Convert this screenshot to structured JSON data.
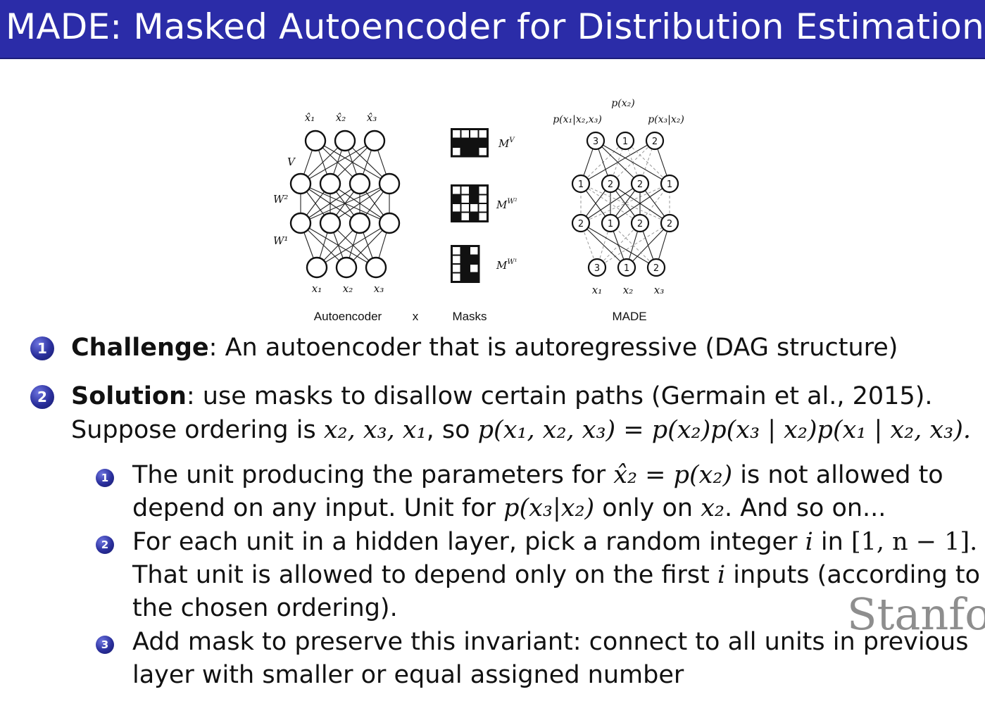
{
  "title": "MADE: Masked Autoencoder for Distribution Estimation",
  "figure": {
    "captions": {
      "autoencoder": "Autoencoder",
      "times": "x",
      "masks": "Masks",
      "made": "MADE"
    },
    "autoencoder_labels": {
      "outputs": [
        "x̂₁",
        "x̂₂",
        "x̂₃"
      ],
      "inputs": [
        "x₁",
        "x₂",
        "x₃"
      ],
      "weights": [
        "V",
        "W²",
        "W¹"
      ]
    },
    "mask_labels": [
      "M",
      "M",
      "M"
    ],
    "mask_superscripts": [
      "V",
      "W²",
      "W¹"
    ],
    "made_labels": {
      "top_center": "p(x₂)",
      "top_left": "p(x₁|x₂,x₃)",
      "top_right": "p(x₃|x₂)",
      "output_numbers": [
        "3",
        "1",
        "2"
      ],
      "hidden2_numbers": [
        "1",
        "2",
        "2",
        "1"
      ],
      "hidden1_numbers": [
        "2",
        "1",
        "2",
        "2"
      ],
      "input_numbers": [
        "3",
        "1",
        "2"
      ],
      "inputs": [
        "x₁",
        "x₂",
        "x₃"
      ]
    }
  },
  "items": [
    {
      "number": "1",
      "heading": "Challenge",
      "text": ": An autoencoder that is autoregressive (DAG structure)"
    },
    {
      "number": "2",
      "heading": "Solution",
      "text": ": use masks to disallow certain paths (Germain et al., 2015).",
      "line2_text": "Suppose ordering is ",
      "line2_math_ordering": "x₂, x₃, x₁",
      "line2_so": ", so ",
      "line2_math_factorization": "p(x₁, x₂, x₃) = p(x₂)p(x₃ | x₂)p(x₁ | x₂, x₃)."
    }
  ],
  "subitems": [
    {
      "number": "1",
      "line1_a": "The unit producing the parameters for ",
      "line1_math": "x̂₂ = p(x₂)",
      "line1_b": " is not allowed to",
      "line2_a": "depend on any input. Unit for ",
      "line2_math1": "p(x₃|x₂)",
      "line2_b": " only on ",
      "line2_math2": "x₂",
      "line2_c": ". And so on..."
    },
    {
      "number": "2",
      "line1_a": "For each unit in a hidden layer, pick a random integer ",
      "line1_math1": "i",
      "line1_b": " in ",
      "line1_math2": "[1, n − 1].",
      "line2_a": "That unit is allowed to depend only on the first ",
      "line2_math": "i",
      "line2_b": " inputs (according to",
      "line3": "the chosen ordering)."
    },
    {
      "number": "3",
      "line1": "Add mask to preserve this invariant: connect to all units in previous",
      "line2": "layer with smaller or equal assigned number"
    }
  ],
  "watermark": "Stanfo"
}
